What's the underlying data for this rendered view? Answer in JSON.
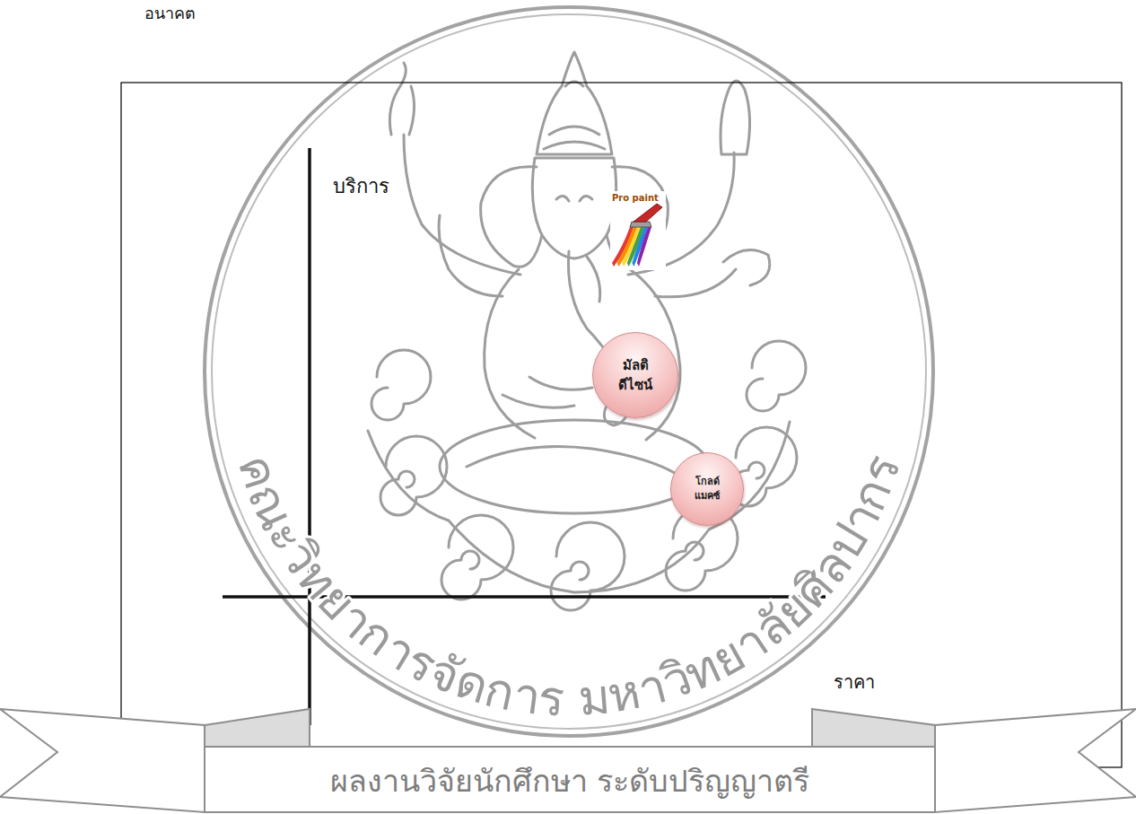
{
  "diagram": {
    "nodes": [
      {
        "text": [
          "Pro paint"
        ]
      },
      {
        "text": [
          "มัลติ ดีไซน์"
        ]
      },
      {
        "text": [
          "โกลด์ แมคซ์"
        ]
      }
    ],
    "edges": [],
    "labels": [
      "อนาคต",
      "บริการ",
      "ราคา",
      "คณะวิทยาการจัดการ มหาวิทยาลัยศิลปากร",
      "ผลงานวิจัยนักศึกษา ระดับปริญญาตรี"
    ]
  }
}
